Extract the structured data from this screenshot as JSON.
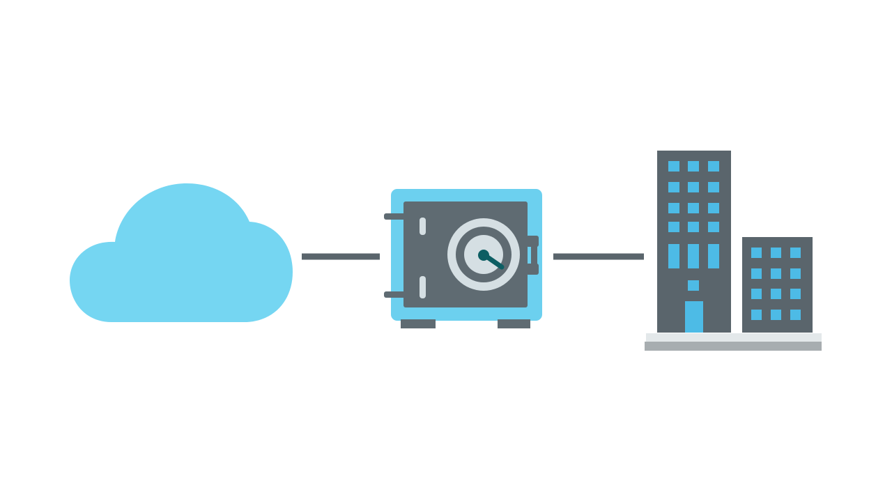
{
  "diagram": {
    "nodes": [
      {
        "id": "cloud",
        "icon": "cloud-icon"
      },
      {
        "id": "vault",
        "icon": "safe-icon"
      },
      {
        "id": "office",
        "icon": "office-buildings-icon"
      }
    ],
    "links": [
      {
        "from": "cloud",
        "to": "vault"
      },
      {
        "from": "vault",
        "to": "office"
      }
    ]
  },
  "colors": {
    "background": "#ffffff",
    "cloud": "#75d6f2",
    "vault_frame": "#6cd0ef",
    "vault_body": "#5f6b72",
    "vault_dial_ring": "#d5dfe3",
    "vault_dial_center": "#0d5e63",
    "building_dark": "#5a656c",
    "window_blue": "#4dbbe6",
    "connector": "#5a656c",
    "ground_top": "#e3e8ea",
    "ground_base": "#a7adb0"
  }
}
